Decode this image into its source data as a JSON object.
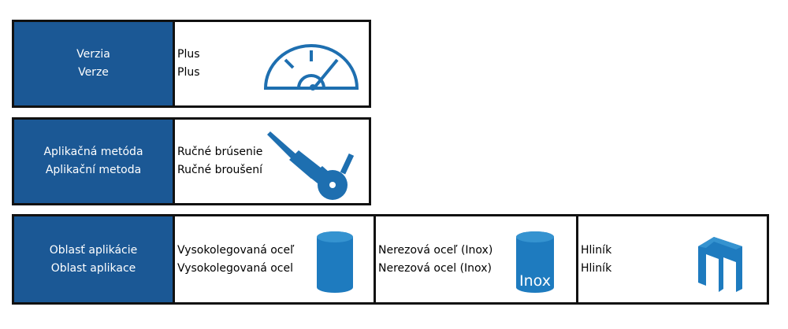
{
  "rows": [
    {
      "label": [
        "Verzia",
        "Verze"
      ],
      "cells": [
        {
          "text": [
            "Plus",
            "Plus"
          ],
          "icon": "gauge-icon"
        }
      ]
    },
    {
      "label": [
        "Aplikačná metóda",
        "Aplikační metoda"
      ],
      "cells": [
        {
          "text": [
            "Ručné brúsenie",
            "Ručné broušení"
          ],
          "icon": "angle-grinder-icon"
        }
      ]
    },
    {
      "label": [
        "Oblasť aplikácie",
        "Oblast aplikace"
      ],
      "cells": [
        {
          "text": [
            "Vysokolegovaná oceľ",
            "Vysokolegovaná ocel"
          ],
          "icon": "cylinder-icon"
        },
        {
          "text": [
            "Nerezová oceľ (Inox)",
            "Nerezová ocel (Inox)"
          ],
          "icon": "cylinder-inox-icon",
          "icon_text": "Inox"
        },
        {
          "text": [
            "Hliník",
            "Hliník"
          ],
          "icon": "aluminium-profile-icon"
        }
      ]
    }
  ],
  "colors": {
    "label_bg": "#1b5895",
    "icon": "#1e7bbf"
  }
}
